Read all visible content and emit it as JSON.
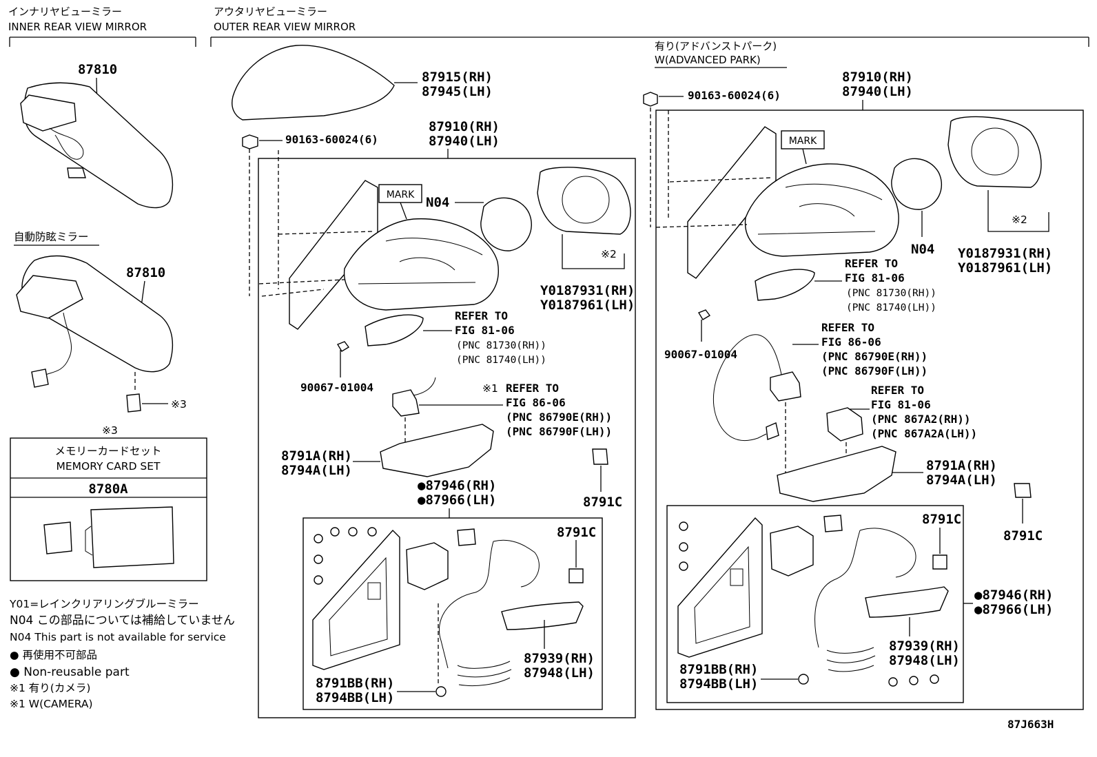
{
  "sections": {
    "inner_jp": "インナリヤビューミラー",
    "inner_en": "INNER REAR VIEW MIRROR",
    "outer_jp": "アウタリヤビューミラー",
    "outer_en": "OUTER REAR VIEW MIRROR",
    "auto_dim_jp": "自動防眩ミラー",
    "adv_park_jp": "有り(アドバンストパーク)",
    "adv_park_en": "W(ADVANCED PARK)"
  },
  "inner": {
    "mirror_pn_1": "87810",
    "mirror_pn_2": "87810",
    "ref3_mark": "※3"
  },
  "memory_card": {
    "ref_mark": "※3",
    "title_jp": "メモリーカードセット",
    "title_en": "MEMORY CARD SET",
    "part_no": "8780A"
  },
  "notes": [
    "Y01=レインクリアリングブルーミラー",
    "N04 この部品については補給していません",
    "N04 This part is not available for service",
    "● 再使用不可部品",
    "● Non-reusable part",
    "※1 有り(カメラ)",
    "※1 W(CAMERA)"
  ],
  "outer_std": {
    "cover": [
      "87915(RH)",
      "87945(LH)"
    ],
    "screw": "90163-60024(6)",
    "assy": [
      "87910(RH)",
      "87940(LH)"
    ],
    "mark": "MARK",
    "motor": "N04",
    "glass_ref": "※2",
    "glass": [
      "Y0187931(RH)",
      "Y0187961(LH)"
    ],
    "lamp_ref": [
      "REFER TO",
      "FIG 81-06",
      "(PNC 81730(RH))",
      "(PNC 81740(LH))"
    ],
    "bolt": "90067-01004",
    "camera_mark": "※1",
    "camera_ref": [
      "REFER TO",
      "FIG 86-06",
      "(PNC 86790E(RH))",
      "(PNC 86790F(LH))"
    ],
    "garnish": [
      "8791A(RH)",
      "8794A(LH)"
    ],
    "kit": [
      "●87946(RH)",
      "●87966(LH)"
    ],
    "pad_1": "8791C",
    "pad_2": "8791C",
    "cover_lower": [
      "87939(RH)",
      "87948(LH)"
    ],
    "base": [
      "8791BB(RH)",
      "8794BB(LH)"
    ]
  },
  "outer_adv": {
    "screw": "90163-60024(6)",
    "assy": [
      "87910(RH)",
      "87940(LH)"
    ],
    "mark": "MARK",
    "motor": "N04",
    "glass_ref": "※2",
    "glass": [
      "Y0187931(RH)",
      "Y0187961(LH)"
    ],
    "lamp_ref": [
      "REFER TO",
      "FIG 81-06",
      "(PNC 81730(RH))",
      "(PNC 81740(LH))"
    ],
    "bolt": "90067-01004",
    "camera_ref": [
      "REFER TO",
      "FIG 86-06",
      "(PNC 86790E(RH))",
      "(PNC 86790F(LH))"
    ],
    "sensor_ref": [
      "REFER TO",
      "FIG 81-06",
      "(PNC 867A2(RH))",
      "(PNC 867A2A(LH))"
    ],
    "garnish": [
      "8791A(RH)",
      "8794A(LH)"
    ],
    "pad_1": "8791C",
    "pad_2": "8791C",
    "kit": [
      "●87946(RH)",
      "●87966(LH)"
    ],
    "cover_lower": [
      "87939(RH)",
      "87948(LH)"
    ],
    "base": [
      "8791BB(RH)",
      "8794BB(LH)"
    ]
  },
  "figure_id": "87J663H"
}
